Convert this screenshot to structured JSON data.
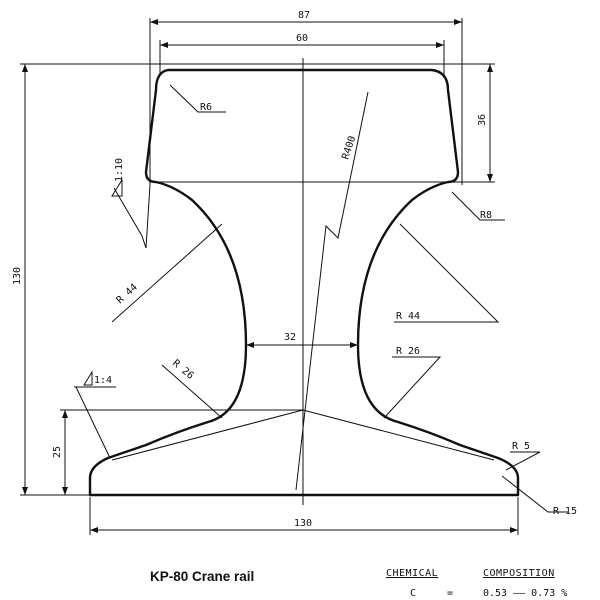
{
  "dimensions": {
    "overall_width": "87",
    "head_width": "60",
    "head_height": "36",
    "total_height": "130",
    "base_height": "25",
    "web_thickness": "32",
    "base_width": "130"
  },
  "radii": {
    "head_corner": "R6",
    "web_arc": "R400",
    "head_fillet": "R8",
    "web_left": "R 44",
    "web_right": "R 44",
    "foot_left": "R 26",
    "foot_right": "R 26",
    "toe_top": "R 5",
    "toe_bottom": "R 15"
  },
  "slopes": {
    "head": "1:10",
    "base": "1:4"
  },
  "caption": "KP-80 Crane rail",
  "chemical": {
    "heading_1": "CHEMICAL",
    "heading_2": "COMPOSITION",
    "element": "C",
    "sign": "=",
    "range": "0.53 —— 0.73  %"
  }
}
